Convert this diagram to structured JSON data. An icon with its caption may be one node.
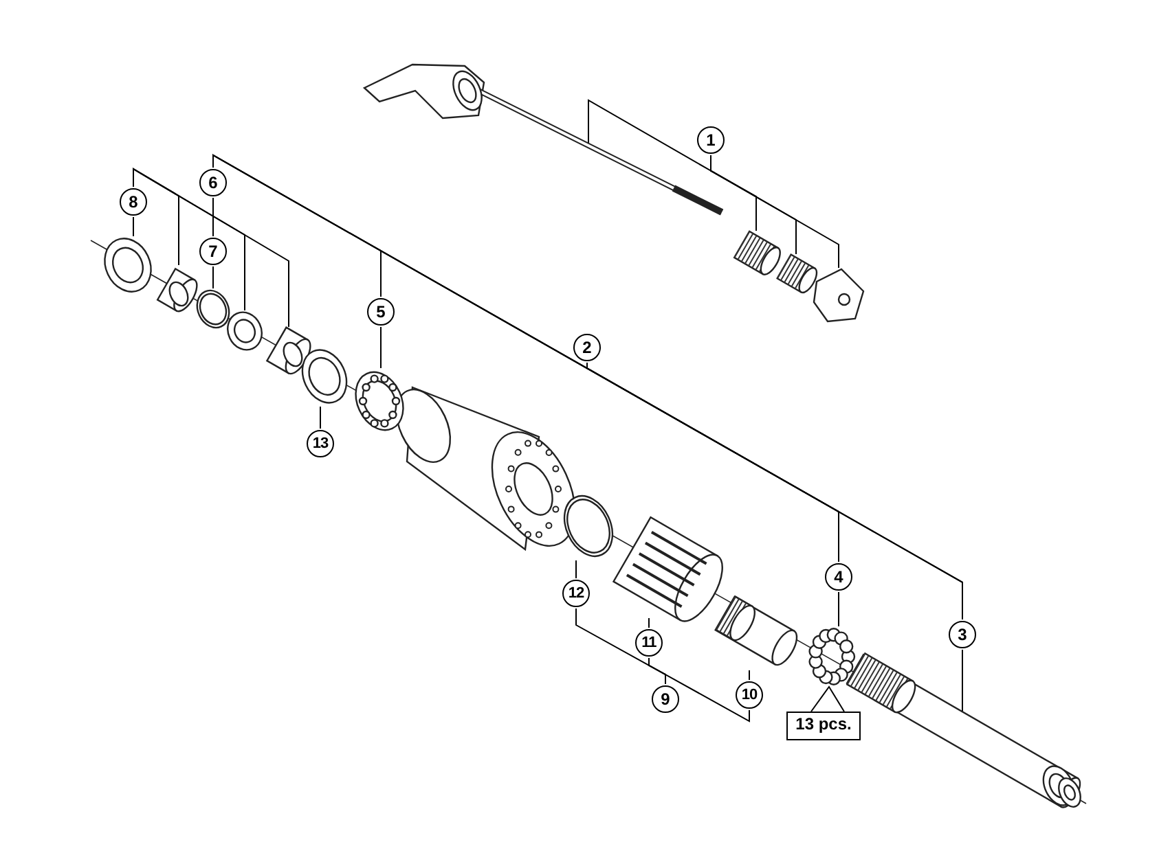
{
  "diagram": {
    "nodes": [
      {
        "text": [
          "1"
        ]
      },
      {
        "text": [],
        "shape": "picture"
      },
      {
        "text": [],
        "shape": "picture"
      },
      {
        "text": [],
        "shape": "picture"
      },
      {
        "text": [],
        "shape": "picture"
      },
      {
        "text": [
          "6"
        ]
      },
      {
        "text": [
          "8"
        ]
      },
      {
        "text": [
          "7"
        ]
      },
      {
        "text": [],
        "shape": "picture"
      },
      {
        "text": [],
        "shape": "picture"
      },
      {
        "text": [],
        "shape": "picture"
      },
      {
        "text": [],
        "shape": "picture"
      },
      {
        "text": [],
        "shape": "picture"
      },
      {
        "text": [
          "5"
        ]
      },
      {
        "text": [
          "13"
        ]
      },
      {
        "text": [],
        "shape": "picture"
      },
      {
        "text": [],
        "shape": "picture"
      },
      {
        "text": [
          "2"
        ]
      },
      {
        "text": [
          "12"
        ]
      },
      {
        "text": [],
        "shape": "picture"
      },
      {
        "text": [
          "11"
        ]
      },
      {
        "text": [],
        "shape": "picture"
      },
      {
        "text": [
          "10"
        ]
      },
      {
        "text": [],
        "shape": "picture"
      },
      {
        "text": [
          "9"
        ]
      },
      {
        "text": [
          "4"
        ]
      },
      {
        "text": [],
        "shape": "picture"
      },
      {
        "text": [
          "13 pcs."
        ]
      },
      {
        "text": [
          "3"
        ]
      },
      {
        "text": [],
        "shape": "picture"
      }
    ],
    "edges": [
      {
        "from": 0,
        "to": 1,
        "arrow": "none"
      },
      {
        "from": 0,
        "to": 2,
        "arrow": "none"
      },
      {
        "from": 0,
        "to": 3,
        "arrow": "none"
      },
      {
        "from": 0,
        "to": 4,
        "arrow": "none"
      },
      {
        "from": 6,
        "to": 8,
        "arrow": "none"
      },
      {
        "from": 6,
        "to": 9,
        "arrow": "none"
      },
      {
        "from": 6,
        "to": 11,
        "arrow": "none"
      },
      {
        "from": 6,
        "to": 12,
        "arrow": "none"
      },
      {
        "from": 5,
        "to": 7,
        "arrow": "none"
      },
      {
        "from": 7,
        "to": 10,
        "arrow": "none"
      },
      {
        "from": 5,
        "to": 13,
        "arrow": "none"
      },
      {
        "from": 5,
        "to": 25,
        "arrow": "none"
      },
      {
        "from": 5,
        "to": 28,
        "arrow": "none"
      },
      {
        "from": 17,
        "to": 13,
        "arrow": "none"
      },
      {
        "from": 17,
        "to": 25,
        "arrow": "none"
      },
      {
        "from": 17,
        "to": 28,
        "arrow": "none"
      },
      {
        "from": 13,
        "to": 16,
        "arrow": "none"
      },
      {
        "from": 14,
        "to": 15,
        "arrow": "none"
      },
      {
        "from": 18,
        "to": 19,
        "arrow": "none"
      },
      {
        "from": 20,
        "to": 21,
        "arrow": "none"
      },
      {
        "from": 22,
        "to": 23,
        "arrow": "none"
      },
      {
        "from": 24,
        "to": 18,
        "arrow": "none"
      },
      {
        "from": 24,
        "to": 20,
        "arrow": "none"
      },
      {
        "from": 24,
        "to": 22,
        "arrow": "none"
      },
      {
        "from": 25,
        "to": 26,
        "arrow": "none"
      },
      {
        "from": 27,
        "to": 26,
        "arrow": "none"
      },
      {
        "from": 28,
        "to": 29,
        "arrow": "none"
      }
    ]
  }
}
